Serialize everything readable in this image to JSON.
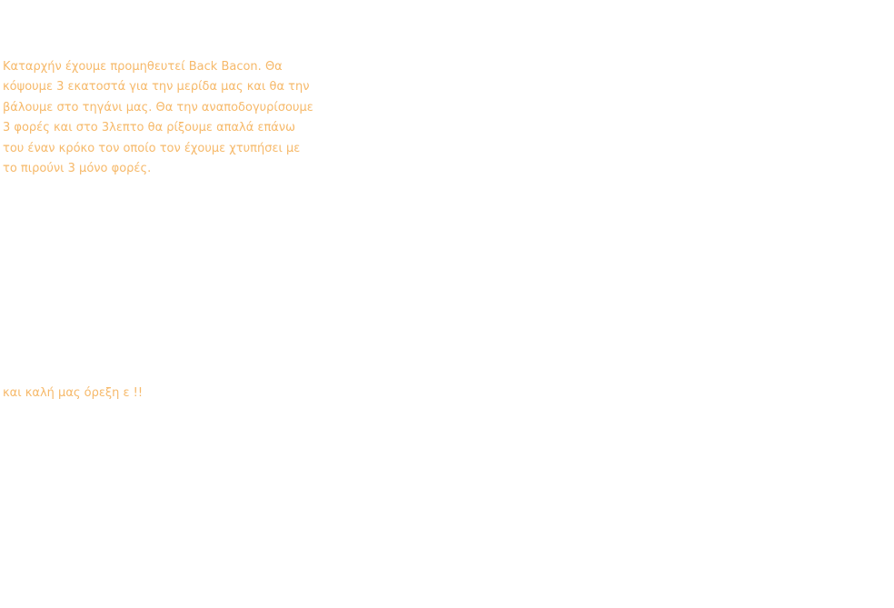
{
  "recipe": {
    "lines": [
      "Καταρχήν έχουμε προμηθευτεί Back Bacon. Θα",
      "κόψουμε 3 εκατοστά για την μερίδα μας και θα την",
      "βάλουμε στο τηγάνι μας. Θα την αναποδογυρίσουμε",
      "3 φορές και στο 3λεπτο θα ρίξουμε απαλά επάνω",
      "του έναν κρόκο τον οποίο τον έχουμε χτυπήσει με",
      "το πιρούνι 3 μόνο φορές."
    ],
    "closing": "και καλή μας όρεξη ε !!"
  },
  "colors": {
    "text": "#f6b96a",
    "background": "#ffffff"
  }
}
